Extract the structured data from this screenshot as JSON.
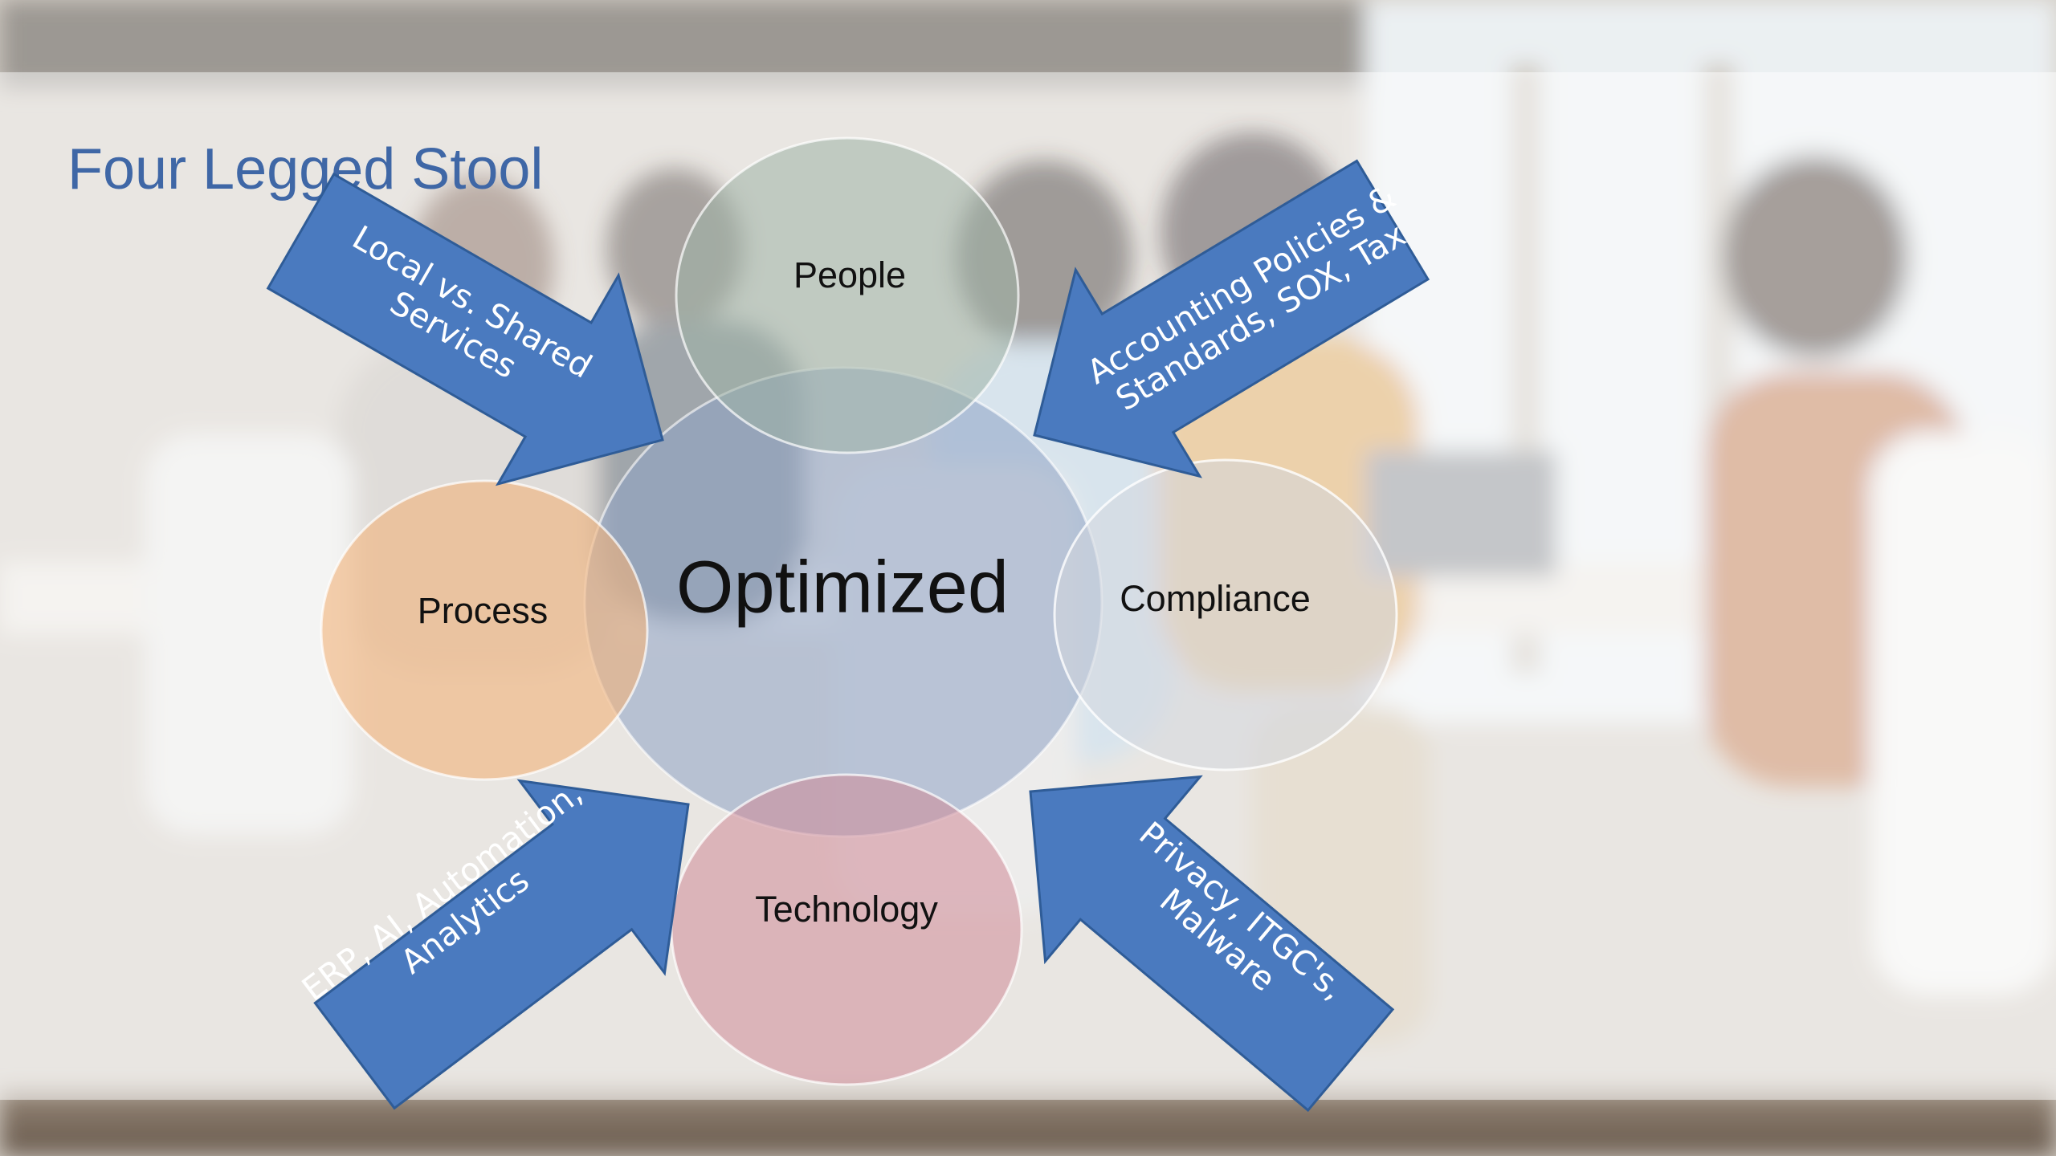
{
  "slide": {
    "title": "Four Legged Stool"
  },
  "diagram": {
    "center_label": "Optimized",
    "circles": {
      "people": {
        "label": "People",
        "color": "#9fb2a6"
      },
      "process": {
        "label": "Process",
        "color": "#f1b27a"
      },
      "compliance": {
        "label": "Compliance",
        "color": "#d4d7de"
      },
      "technology": {
        "label": "Technology",
        "color": "#d08a98"
      },
      "optimized": {
        "color": "#8ea3c4"
      }
    },
    "arrows": {
      "local_shared": {
        "text": "Local vs. Shared\nServices"
      },
      "accounting": {
        "text": "Accounting Policies &\nStandards, SOX, Tax"
      },
      "erp": {
        "text": "ERP, AI, Automation,\nAnalytics"
      },
      "privacy": {
        "text": "Privacy, ITGC's,\nMalware"
      }
    },
    "arrow_color": "#4a7abf",
    "arrow_border": "#2f5c97"
  }
}
